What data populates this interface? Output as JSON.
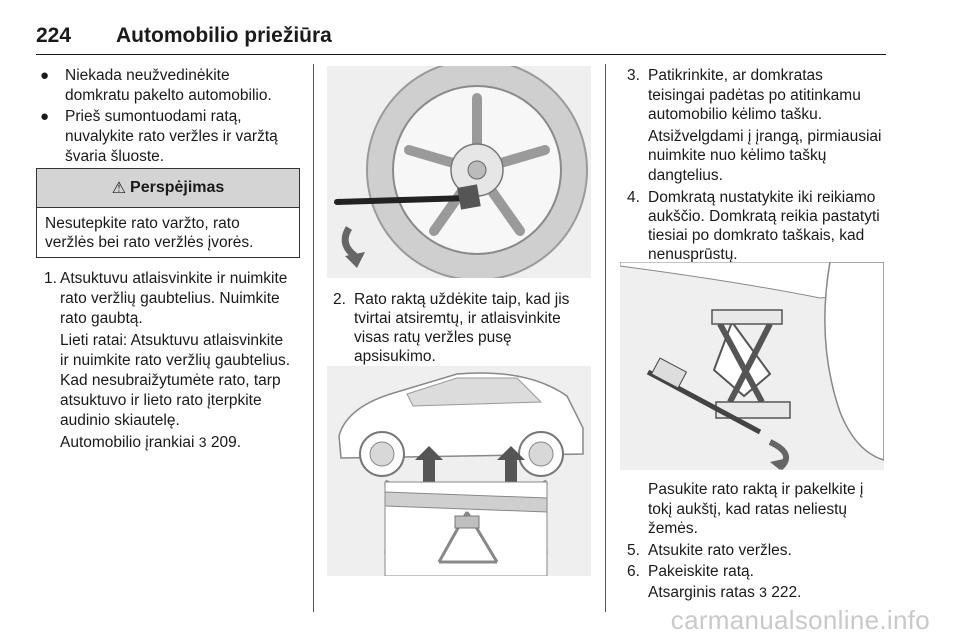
{
  "header": {
    "page_number": "224",
    "title": "Automobilio priežiūra"
  },
  "left_column": {
    "bullets": [
      {
        "line1": "Niekada neužvedinėkite",
        "line2": "domkratu pakelto automobilio."
      },
      {
        "line1": "Prieš sumontuodami ratą,",
        "line2": "nuvalykite rato veržles ir varžtą",
        "line3": "švaria šluoste."
      }
    ],
    "bullet_symbol": "●",
    "warning": {
      "icon": "warning-triangle-icon",
      "icon_glyph": "⚠",
      "title": "Perspėjimas",
      "line1": "Nesutepkite rato varžto, rato",
      "line2": "veržlės bei rato veržlės įvorės."
    },
    "step1": {
      "number": "1.",
      "line1": "Atsuktuvu atlaisvinkite ir nuimkite",
      "line2": "rato veržlių gaubtelius. Nuimkite",
      "line3": "rato gaubtą.",
      "note1": "Lieti ratai: Atsuktuvu atlaisvinkite",
      "note2": "ir nuimkite rato veržlių gaubtelius.",
      "note3": "Kad nesubraižytumėte rato, tarp",
      "note4": "atsuktuvo ir lieto rato įterpkite",
      "note5": "audinio skiautelę.",
      "ref_text": "Automobilio įrankiai",
      "ref_arrow": "3",
      "ref_page": "209."
    }
  },
  "middle_column": {
    "step2": {
      "number": "2.",
      "line1": "Rato raktą uždėkite taip, kad jis",
      "line2": "tvirtai atsiremtų, ir atlaisvinkite",
      "line3": "visas ratų veržles pusę",
      "line4": "apsisukimo."
    }
  },
  "right_column": {
    "step3": {
      "number": "3.",
      "line1": "Patikrinkite, ar domkratas",
      "line2": "teisingai padėtas po atitinkamu",
      "line3": "automobilio kėlimo tašku.",
      "note1": "Atsižvelgdami į įrangą, pirmiausiai",
      "note2": "nuimkite nuo kėlimo taškų",
      "note3": "dangtelius."
    },
    "step4": {
      "number": "4.",
      "line1": "Domkratą nustatykite iki reikiamo",
      "line2": "aukščio. Domkratą reikia pastatyti",
      "line3": "tiesiai po domkrato taškais, kad",
      "line4": "nenusprūstų.",
      "note1": "Pasukite rato raktą ir pakelkite į",
      "note2": "tokį aukštį, kad ratas neliestų",
      "note3": "žemės."
    },
    "step5": {
      "number": "5.",
      "text": "Atsukite rato veržles."
    },
    "step6": {
      "number": "6.",
      "text": "Pakeiskite ratą.",
      "ref_text": "Atsarginis ratas",
      "ref_arrow": "3",
      "ref_page": "222."
    }
  },
  "watermark": "carmanualsonline.info"
}
